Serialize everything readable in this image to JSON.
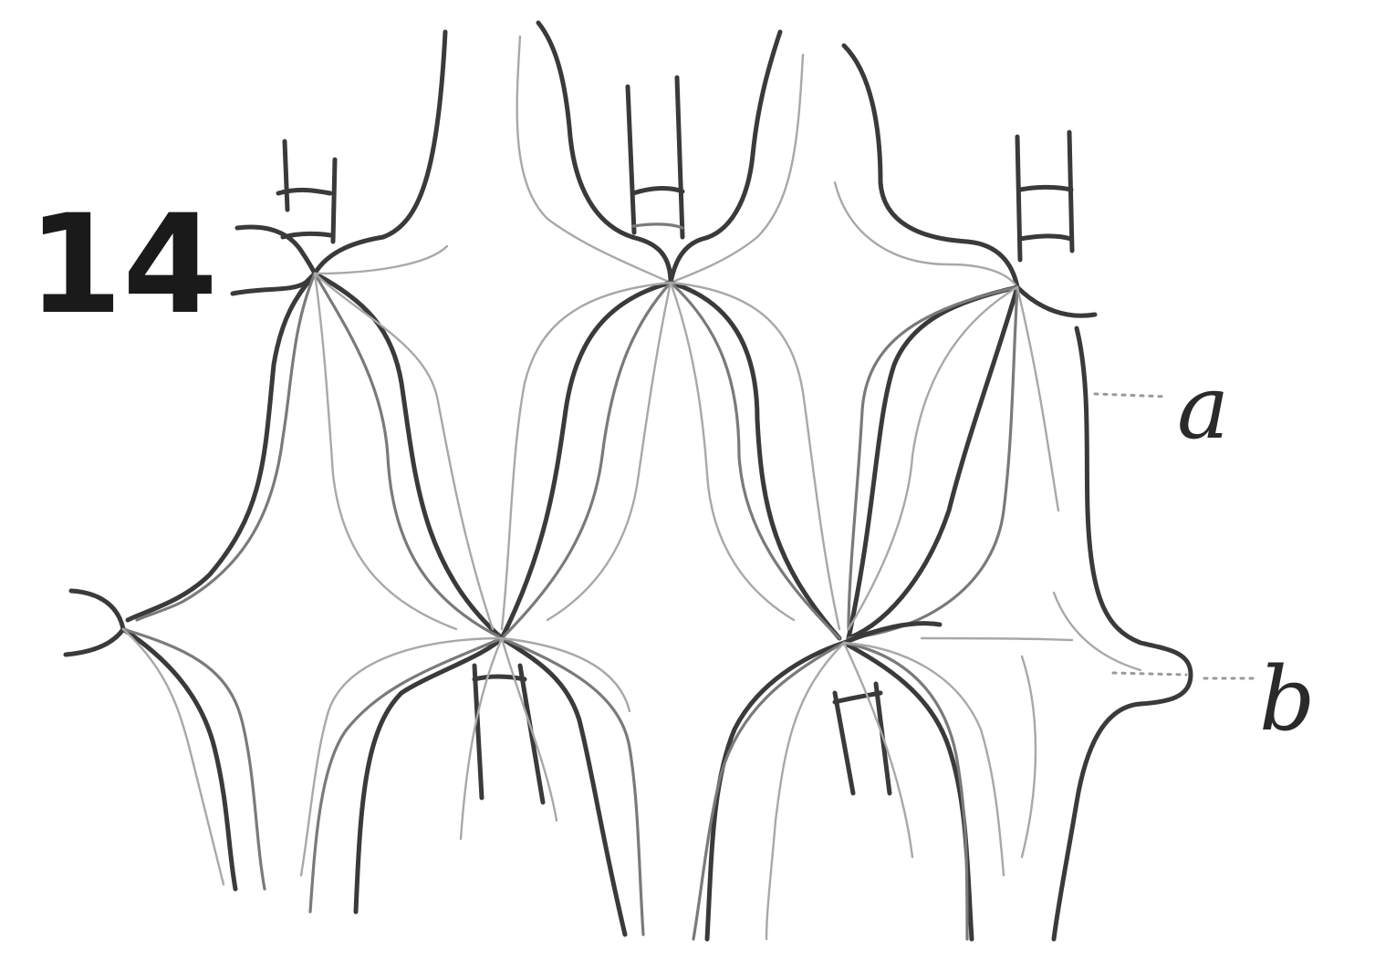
{
  "figure": {
    "number": "14",
    "labels": {
      "a": "a",
      "b": "b"
    }
  },
  "colors": {
    "background": "#ffffff",
    "ink_dark": "#3a3a3a",
    "ink_mid": "#7a7a7a",
    "ink_light": "#a8a8a8"
  }
}
